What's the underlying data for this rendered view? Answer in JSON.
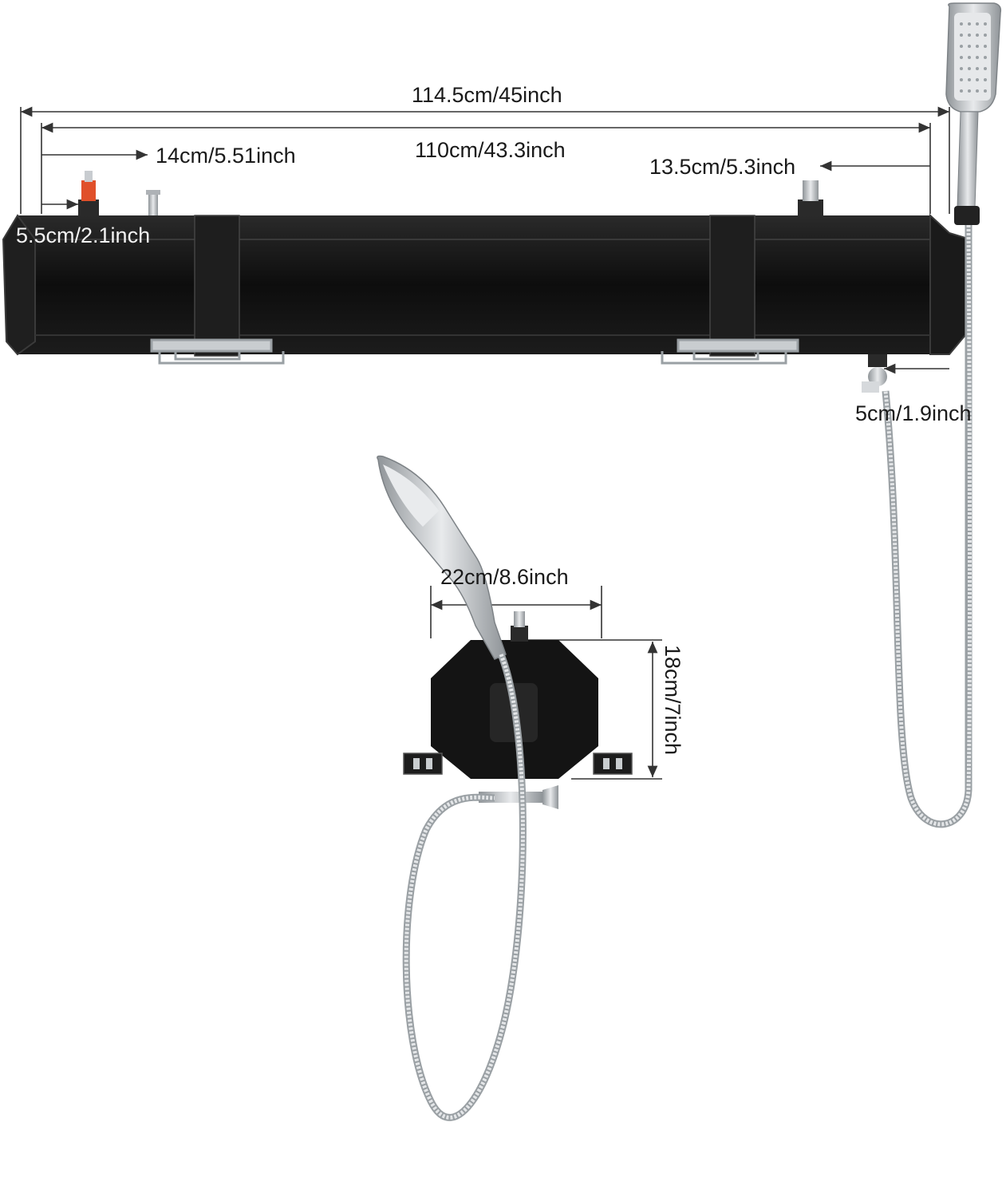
{
  "dimensions": {
    "total_length": "114.5cm/45inch",
    "tank_length": "110cm/43.3inch",
    "left_valve_offset": "14cm/5.51inch",
    "right_inlet_offset": "13.5cm/5.3inch",
    "end_cap_offset": "5.5cm/2.1inch",
    "outlet_offset": "5cm/1.9inch",
    "side_width": "22cm/8.6inch",
    "side_height": "18cm/7inch"
  },
  "colors": {
    "tank": "#141414",
    "tank_edge": "#2e2e2e",
    "metal": "#b8bcc0",
    "valve_red": "#e0502a",
    "dim_line": "#333333"
  },
  "icons": {
    "shower_head": "shower-head-icon",
    "hose": "hose-icon",
    "valve": "valve-icon"
  }
}
